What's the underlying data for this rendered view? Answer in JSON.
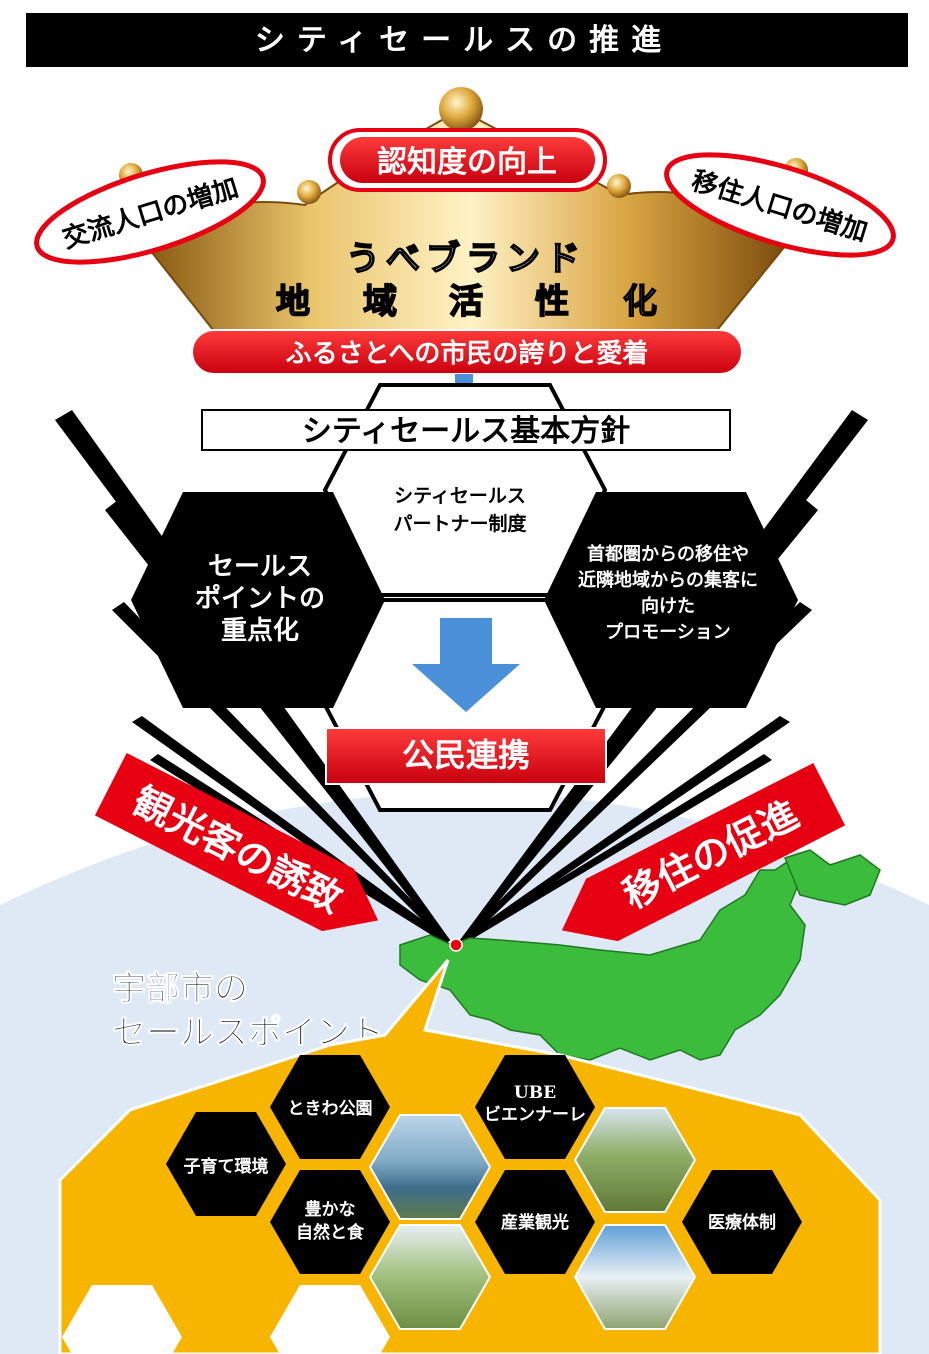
{
  "header": {
    "title": "シティセールスの推進"
  },
  "crown": {
    "top_label": "認知度の向上",
    "left_label": "交流人口の増加",
    "right_label": "移住人口の増加",
    "brand_line1": "うべブランド",
    "brand_chars": [
      "地",
      "域",
      "活",
      "性",
      "化"
    ],
    "banner": "ふるさとへの市民の誇りと愛着"
  },
  "policy": {
    "title": "シティセールス基本方針",
    "top_hex_lines": [
      "シティセールス",
      "パートナー制度"
    ],
    "left_hex_lines": [
      "セールス",
      "ポイントの",
      "重点化"
    ],
    "right_hex_lines": [
      "首都圏からの移住や",
      "近隣地域からの集客に",
      "向けた",
      "プロモーション"
    ],
    "partnership": "公民連携"
  },
  "arrows": {
    "left": "観光客の誘致",
    "right": "移住の促進"
  },
  "sales_points": {
    "heading_lines": [
      "宇部市の",
      "セールスポイント"
    ],
    "items": [
      {
        "lines": [
          "子育て環境"
        ]
      },
      {
        "lines": [
          "ときわ公園"
        ]
      },
      {
        "lines": [
          "UBE",
          "ビエンナーレ"
        ]
      },
      {
        "lines": [
          "豊かな",
          "自然と食"
        ]
      },
      {
        "lines": [
          "産業観光"
        ]
      },
      {
        "lines": [
          "医療体制"
        ]
      }
    ]
  },
  "colors": {
    "header_bg": "#000000",
    "red": "#e60012",
    "gold": "#c9962f",
    "yellow": "#f8b500",
    "green": "#3cbc3c",
    "sky": "#dfe9f5",
    "blue_arrow": "#4a90d9"
  }
}
